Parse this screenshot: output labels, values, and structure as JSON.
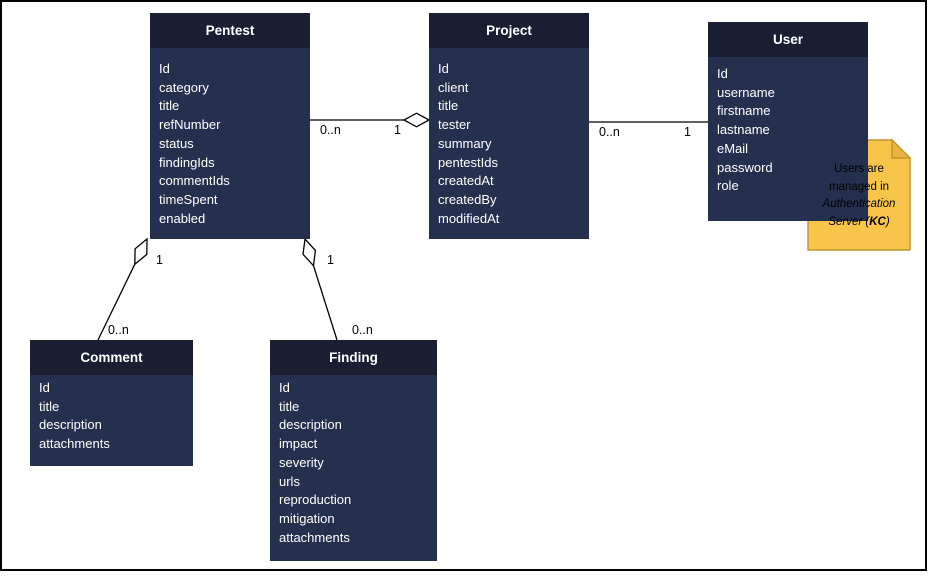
{
  "diagram": {
    "type": "uml-entity-diagram",
    "background": "#ffffff",
    "colors": {
      "entity_header_bg": "#191E33",
      "entity_body_bg": "#25304F",
      "entity_text": "#FFFFFF",
      "connector_line": "#000000",
      "note_fill": "#F6C54A",
      "note_fold_fill": "#E9B440",
      "note_border": "#BE9530",
      "frame_border": "#000000"
    },
    "entities": [
      {
        "id": "pentest",
        "title": "Pentest",
        "fields": [
          "Id",
          "category",
          "title",
          "refNumber",
          "status",
          "findingIds",
          "commentIds",
          "timeSpent",
          "enabled"
        ]
      },
      {
        "id": "project",
        "title": "Project",
        "fields": [
          "Id",
          "client",
          "title",
          "tester",
          "summary",
          "pentestIds",
          "createdAt",
          "createdBy",
          "modifiedAt"
        ]
      },
      {
        "id": "user",
        "title": "User",
        "fields": [
          "Id",
          "username",
          "firstname",
          "lastname",
          "eMail",
          "password",
          "role"
        ]
      },
      {
        "id": "comment",
        "title": "Comment",
        "fields": [
          "Id",
          "title",
          "description",
          "attachments"
        ]
      },
      {
        "id": "finding",
        "title": "Finding",
        "fields": [
          "Id",
          "title",
          "description",
          "impact",
          "severity",
          "urls",
          "reproduction",
          "mitigation",
          "attachments"
        ]
      }
    ],
    "connections": [
      {
        "source": "Pentest",
        "target": "Project",
        "source_label": "0..n",
        "target_label": "1",
        "decorator": "open-diamond-at-project"
      },
      {
        "source": "Project",
        "target": "User",
        "source_label": "0..n",
        "target_label": "1",
        "decorator": "none"
      },
      {
        "source": "Pentest",
        "target": "Comment",
        "source_label": "1",
        "target_label": "0..n",
        "decorator": "open-diamond-at-pentest"
      },
      {
        "source": "Pentest",
        "target": "Finding",
        "source_label": "1",
        "target_label": "0..n",
        "decorator": "open-diamond-at-pentest"
      }
    ],
    "note": {
      "full_text": "Users are managed in Authentication Server (KC)",
      "line1": "Users are",
      "line2": "managed in",
      "line3": "Authentication",
      "line4_prefix": "Server (",
      "line4_bold": "KC",
      "line4_suffix": ")"
    }
  }
}
